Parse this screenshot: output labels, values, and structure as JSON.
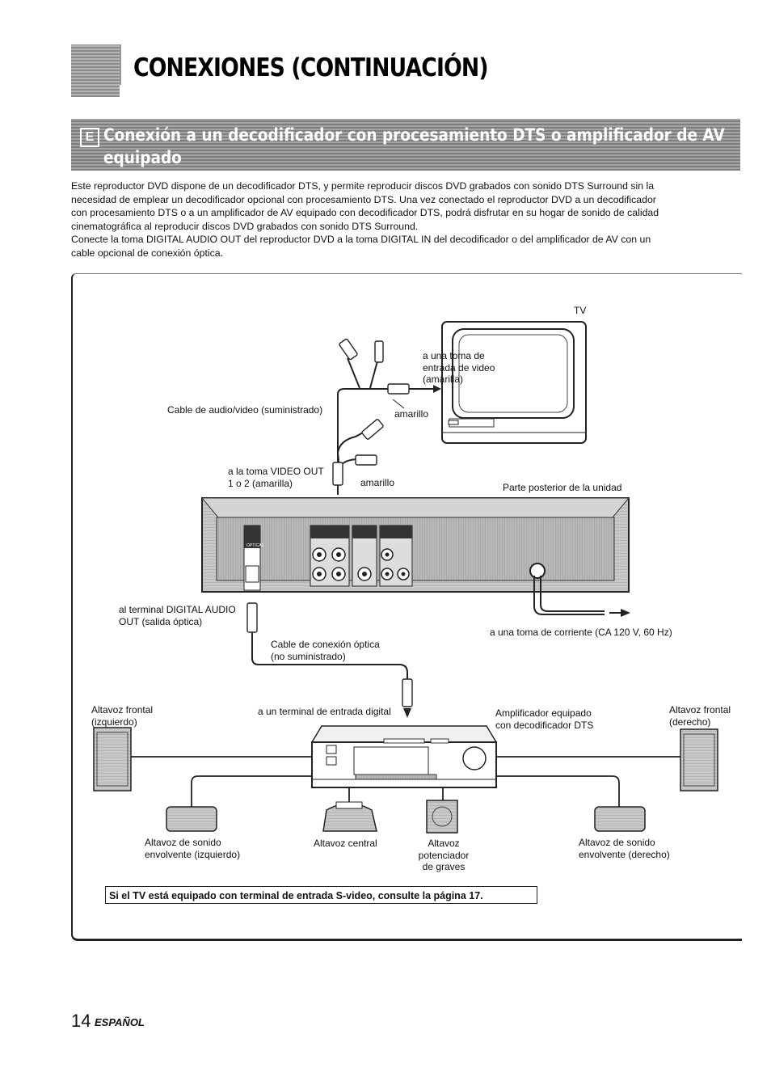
{
  "header": {
    "page_title": "CONEXIONES (CONTINUACIÓN)"
  },
  "section": {
    "letter": "E",
    "title_line1": "Conexión a un decodificador con procesamiento DTS o amplificador de AV equipado",
    "title_line2": "con decodificador DTS"
  },
  "body": {
    "paragraph1_line1": "Este reproductor DVD dispone de un decodificador DTS, y permite reproducir discos DVD grabados con sonido DTS Surround sin la",
    "paragraph1_line2": "necesidad de emplear un decodificador opcional con procesamiento DTS. Una vez conectado el reproductor DVD a un decodificador",
    "paragraph1_line3": "con procesamiento DTS o a un amplificador de AV equipado con decodificador DTS, podrá disfrutar en su hogar de sonido de calidad",
    "paragraph1_line4": "cinematográfica al reproducir discos DVD grabados con sonido DTS Surround.",
    "paragraph2_line1": "Conecte la toma DIGITAL AUDIO OUT del reproductor DVD a la toma DIGITAL IN del decodificador o del amplificador de AV con un",
    "paragraph2_line2": "cable opcional de conexión óptica."
  },
  "diagram": {
    "tv": "TV",
    "tv_input_1": "a una toma de",
    "tv_input_2": "entrada de video",
    "tv_input_3": "(amarilla)",
    "av_cable": "Cable de audio/video (suministrado)",
    "amarillo_top": "amarillo",
    "video_out_1": "a la toma VIDEO OUT",
    "video_out_2": "1 o 2 (amarilla)",
    "amarillo_bottom": "amarillo",
    "rear_panel": "Parte posterior de la unidad",
    "digital_out_1": "al terminal DIGITAL AUDIO",
    "digital_out_2": "OUT (salida óptica)",
    "power_outlet": "a una toma de corriente (CA 120 V, 60 Hz)",
    "optical_cable_1": "Cable de conexión óptica",
    "optical_cable_2": "(no suministrado)",
    "front_left_1": "Altavoz frontal",
    "front_left_2": "(izquierdo)",
    "digital_in": "a un terminal de entrada digital",
    "amp_1": "Amplificador equipado",
    "amp_2": "con decodificador DTS",
    "front_right_1": "Altavoz frontal",
    "front_right_2": "(derecho)",
    "surround_left_1": "Altavoz de sonido",
    "surround_left_2": "envolvente (izquierdo)",
    "center": "Altavoz central",
    "subwoofer_1": "Altavoz",
    "subwoofer_2": "potenciador",
    "subwoofer_3": "de graves",
    "surround_right_1": "Altavoz de sonido",
    "surround_right_2": "envolvente (derecho)",
    "panel_optical": "OPTICAL"
  },
  "note": "Si el TV está equipado con terminal de entrada S-video, consulte la página 17.",
  "footer": {
    "page_number": "14",
    "language": "ESPAÑOL"
  }
}
